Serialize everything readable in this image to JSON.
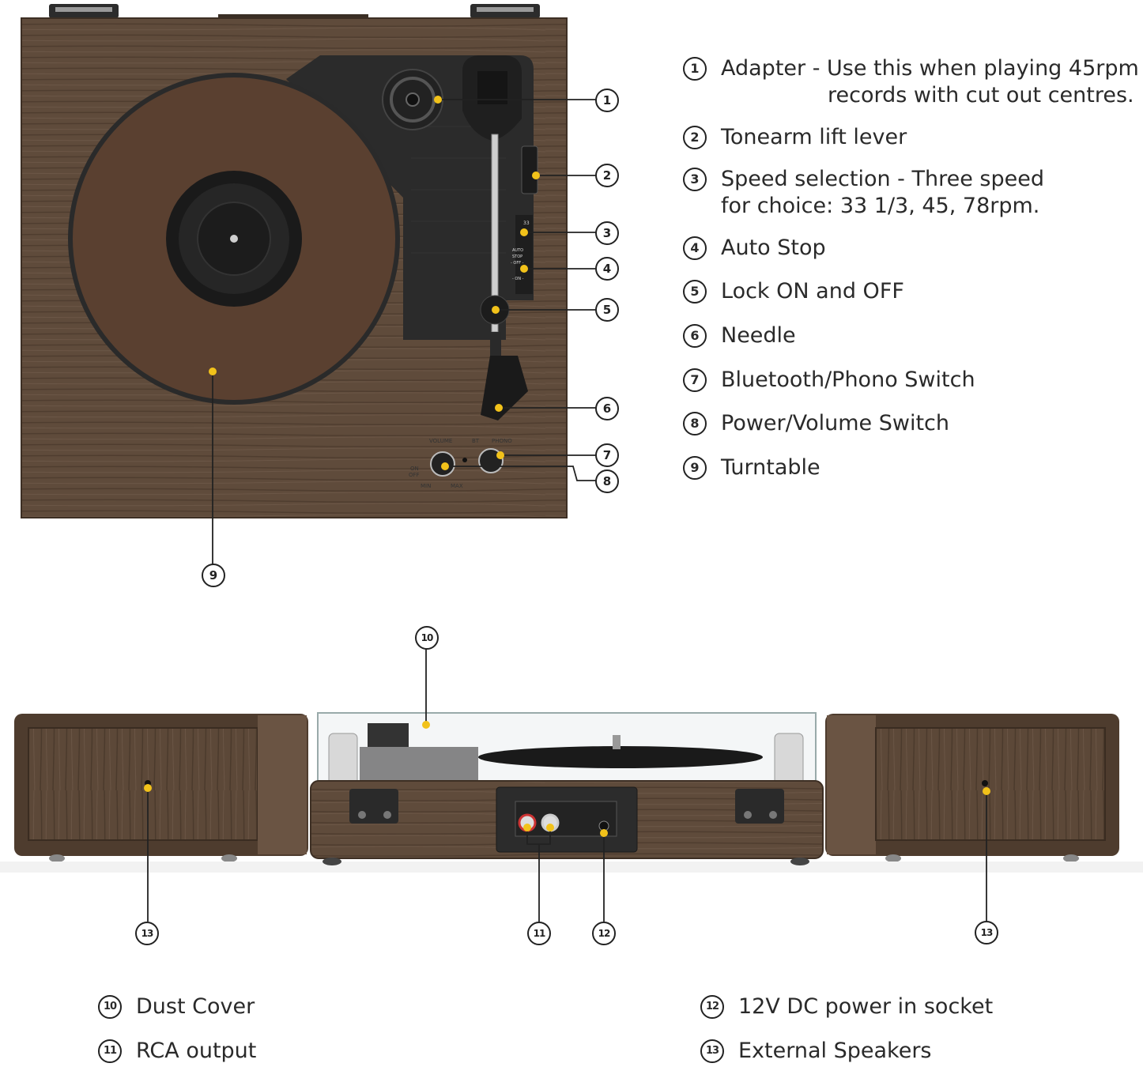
{
  "legend_top": [
    {
      "num": "1",
      "label": "Adapter - Use this when playing 45rpm",
      "label2": "records with cut out centres."
    },
    {
      "num": "2",
      "label": "Tonearm lift lever"
    },
    {
      "num": "3",
      "label": "Speed selection - Three speed",
      "label2": "for choice: 33 1/3, 45, 78rpm."
    },
    {
      "num": "4",
      "label": "Auto Stop"
    },
    {
      "num": "5",
      "label": "Lock ON and OFF"
    },
    {
      "num": "6",
      "label": "Needle"
    },
    {
      "num": "7",
      "label": "Bluetooth/Phono Switch"
    },
    {
      "num": "8",
      "label": "Power/Volume Switch"
    },
    {
      "num": "9",
      "label": "Turntable"
    }
  ],
  "legend_bottom": [
    {
      "num": "10",
      "label": "Dust Cover"
    },
    {
      "num": "11",
      "label": "RCA output"
    },
    {
      "num": "12",
      "label": "12V DC power in socket"
    },
    {
      "num": "13",
      "label": "External Speakers"
    }
  ],
  "callouts": [
    "1",
    "2",
    "3",
    "4",
    "5",
    "6",
    "7",
    "8",
    "9",
    "10",
    "11",
    "12",
    "13",
    "13"
  ],
  "panel_labels": {
    "volume": "VOLUME",
    "bt": "BT",
    "phono": "PHONO",
    "on": "ON",
    "off": "OFF",
    "min": "MIN",
    "max": "MAX",
    "auto": "AUTO",
    "stop": "STOP",
    "off2": "- OFF -",
    "on2": "- ON -",
    "speed": "33"
  },
  "colors": {
    "wood": "#5e4a3a",
    "wood_dark": "#4a3a2d",
    "record": "#5a4030",
    "panel": "#2e2e2e",
    "marker": "#f2c21a"
  }
}
